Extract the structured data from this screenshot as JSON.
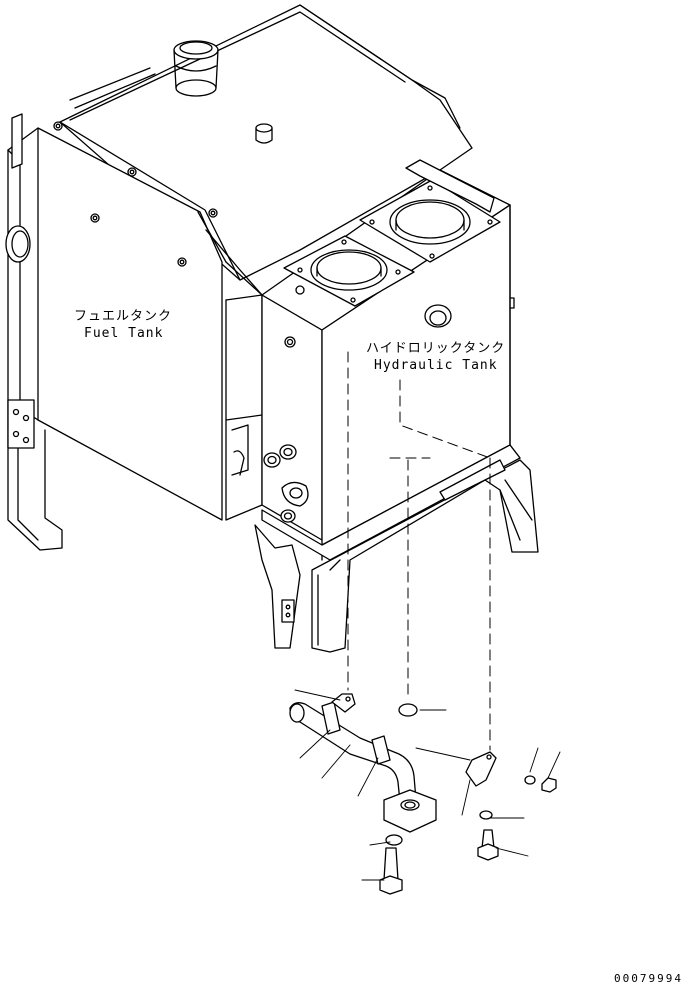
{
  "labels": {
    "fuel_tank_jp": "フュエルタンク",
    "fuel_tank_en": "Fuel Tank",
    "hydraulic_tank_jp": "ハイドロリックタンク",
    "hydraulic_tank_en": "Hydraulic Tank"
  },
  "drawing_code": "00079994",
  "colors": {
    "line": "#000000",
    "background": "#ffffff"
  }
}
